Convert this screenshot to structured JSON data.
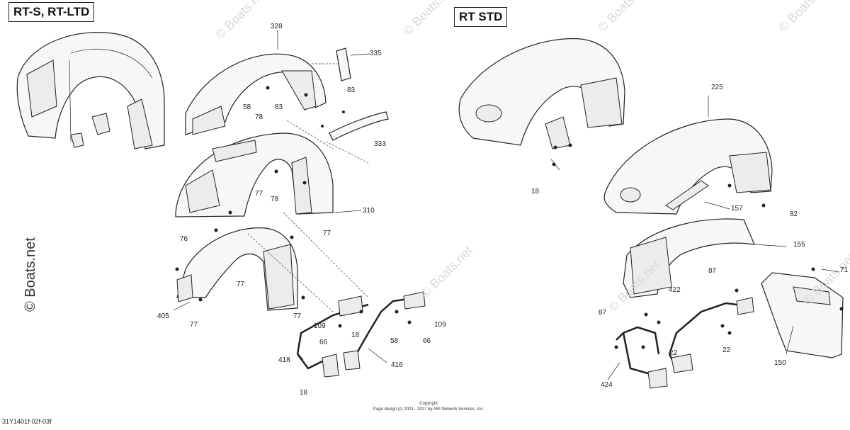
{
  "titles": {
    "left": "RT-S, RT-LTD",
    "right": "RT STD"
  },
  "watermark": {
    "brand": "© Boats.net",
    "side": "© Boats.net"
  },
  "copyright": {
    "line1": "Copyright",
    "line2": "Page design (c) 2001 - 2017 by ARI Network Services, Inc."
  },
  "diagram_id": "31Y1401f-02f-03f",
  "part_numbers": {
    "p328": "328",
    "p335": "335",
    "p83a": "83",
    "p83b": "83",
    "p58a": "58",
    "p78a": "78",
    "p333": "333",
    "p77a": "77",
    "p78b": "78",
    "p310": "310",
    "p76": "76",
    "p77b": "77",
    "p77c": "77",
    "p77d": "77",
    "p405": "405",
    "p77e": "77",
    "p109a": "109",
    "p109b": "109",
    "p18a": "18",
    "p66a": "66",
    "p58b": "58",
    "p66b": "66",
    "p418": "418",
    "p416": "416",
    "p18b": "18",
    "p225": "225",
    "p18c": "18",
    "p157": "157",
    "p82": "82",
    "p155": "155",
    "p87a": "87",
    "p71": "71",
    "p422": "422",
    "p87b": "87",
    "p22a": "22",
    "p22b": "22",
    "p424": "424",
    "p150": "150"
  }
}
